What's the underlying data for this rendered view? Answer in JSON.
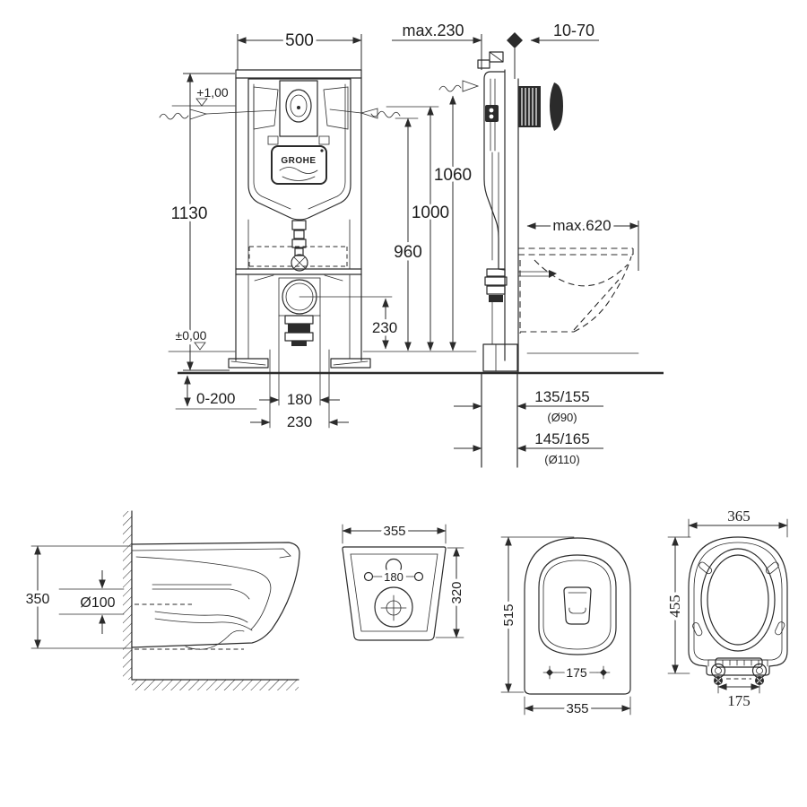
{
  "installation_front": {
    "dim_width": "500",
    "dim_height": "1130",
    "level_plus": "+1,00",
    "level_zero": "±0,00",
    "dim_floor_range": "0-200",
    "dim_drain_height": "230",
    "dim_pipes_inner": "180",
    "dim_pipes_outer": "230",
    "brand": "GROHE"
  },
  "installation_side": {
    "dim_max_depth": "max.230",
    "dim_plate_range": "10-70",
    "dim_supply_height": "1060",
    "dim_button_height": "1000",
    "dim_frame_height": "960",
    "dim_max_reach": "max.620",
    "dim_outlet_a": "135/155",
    "dim_outlet_a_dia": "(Ø90)",
    "dim_outlet_b": "145/165",
    "dim_outlet_b_dia": "(Ø110)"
  },
  "bowl_side": {
    "dim_height": "350",
    "dim_drain_dia": "Ø100"
  },
  "bowl_rear": {
    "dim_width": "355",
    "dim_height": "320",
    "dim_bolt_spacing": "180"
  },
  "bowl_top": {
    "dim_depth": "515",
    "dim_fix_spacing": "175",
    "dim_width": "355"
  },
  "seat_top": {
    "dim_width": "365",
    "dim_depth": "455",
    "dim_hinge_spacing": "175"
  }
}
